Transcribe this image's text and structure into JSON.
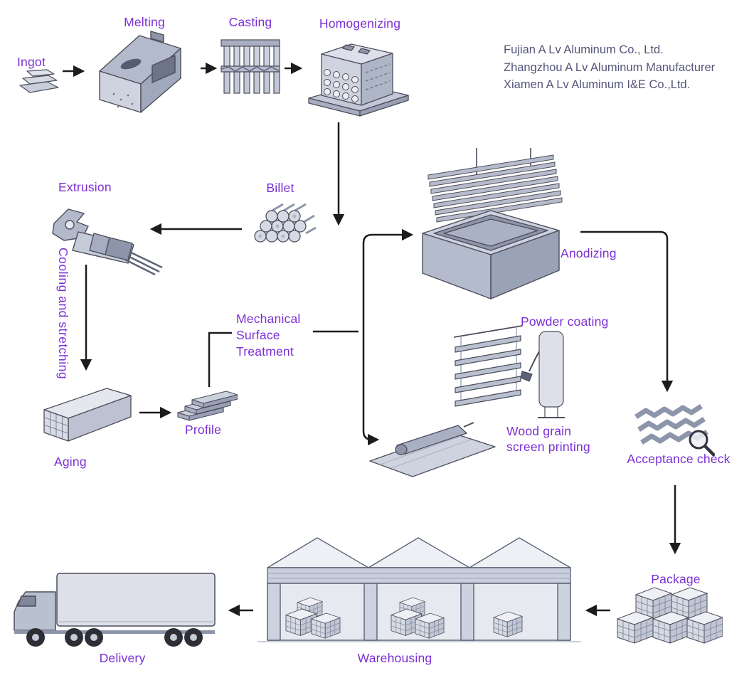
{
  "company": {
    "lines": [
      "Fujian A Lv Aluminum Co., Ltd.",
      "Zhangzhou A Lv Aluminum Manufacturer",
      "Xiamen A Lv Aluminum I&E Co.,Ltd."
    ]
  },
  "steps": {
    "ingot": {
      "label": "Ingot"
    },
    "melting": {
      "label": "Melting"
    },
    "casting": {
      "label": "Casting"
    },
    "homogenizing": {
      "label": "Homogenizing"
    },
    "billet": {
      "label": "Billet"
    },
    "extrusion": {
      "label": "Extrusion"
    },
    "cooling_stretching": {
      "label": "Cooling and stretching"
    },
    "aging": {
      "label": "Aging"
    },
    "profile": {
      "label": "Profile"
    },
    "mechanical_surface_treatment": {
      "label": "Mechanical Surface Treatment"
    },
    "anodizing": {
      "label": "Anodizing"
    },
    "powder_coating": {
      "label": "Powder coating"
    },
    "wood_grain_screen_printing": {
      "label": "Wood grain screen printing"
    },
    "acceptance_check": {
      "label": "Acceptance check"
    },
    "package": {
      "label": "Package"
    },
    "warehousing": {
      "label": "Warehousing"
    },
    "delivery": {
      "label": "Delivery"
    }
  },
  "colors": {
    "label_text": "#7b2fd4",
    "company_text": "#54547a",
    "arrow": "#1c1c1c",
    "illustration_light": "#dfe2ea",
    "illustration_mid": "#c6cbd9",
    "illustration_dark": "#9aa2b6"
  }
}
